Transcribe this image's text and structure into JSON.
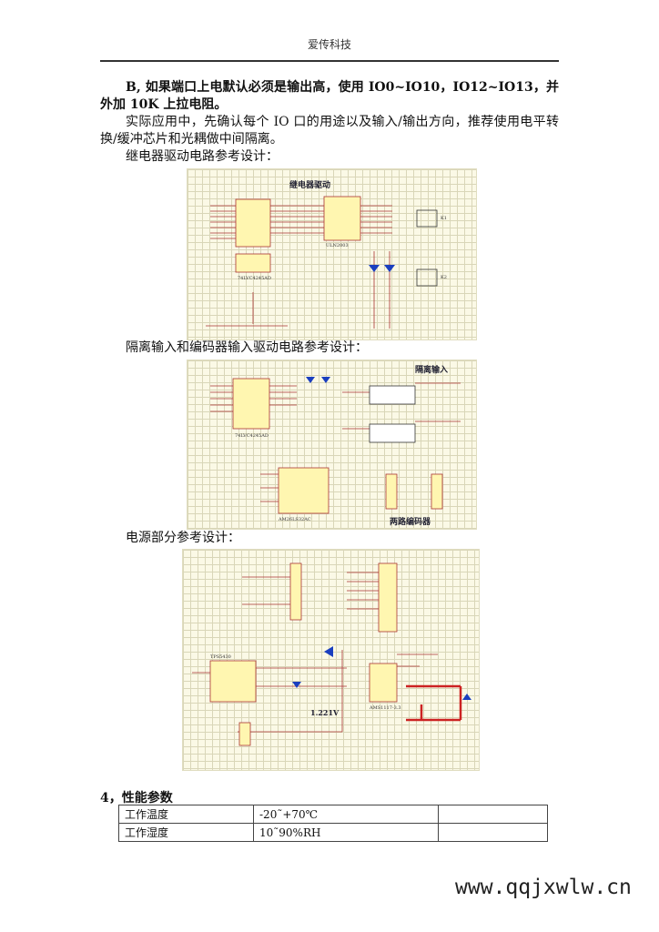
{
  "header": {
    "company": "爱传科技"
  },
  "paragraphs": {
    "p1": "B, 如果端口上电默认必须是输出高，使用 IO0~IO10，IO12~IO13，并外加 10K 上拉电阻。",
    "p2": "实际应用中，先确认每个 IO 口的用途以及输入/输出方向，推荐使用电平转换/缓冲芯片和光耦做中间隔离。",
    "relay_caption": "继电器驱动电路参考设计：",
    "isolation_caption": "隔离输入和编码器输入驱动电路参考设计：",
    "power_caption": "电源部分参考设计："
  },
  "schematics": {
    "relay": {
      "title": "继电器驱动",
      "chip1": "74LVC4245AD",
      "chip2": "ULN2003",
      "relay1": "K1",
      "relay2": "K2"
    },
    "isolation": {
      "title": "隔离输入",
      "encoder_title": "两路编码器",
      "chip1": "74LVC4245AD",
      "chip2": "AM26LS32AC"
    },
    "power": {
      "chip1": "TPS5430",
      "chip2": "AMS1117-3.3",
      "voltage": "1.221V"
    }
  },
  "section4": {
    "heading": "4，性能参数",
    "table": [
      [
        "工作温度",
        "-20˜+70℃",
        ""
      ],
      [
        "工作湿度",
        "10˜90%RH",
        ""
      ]
    ]
  },
  "watermark": "www.qqjxwlw.cn"
}
